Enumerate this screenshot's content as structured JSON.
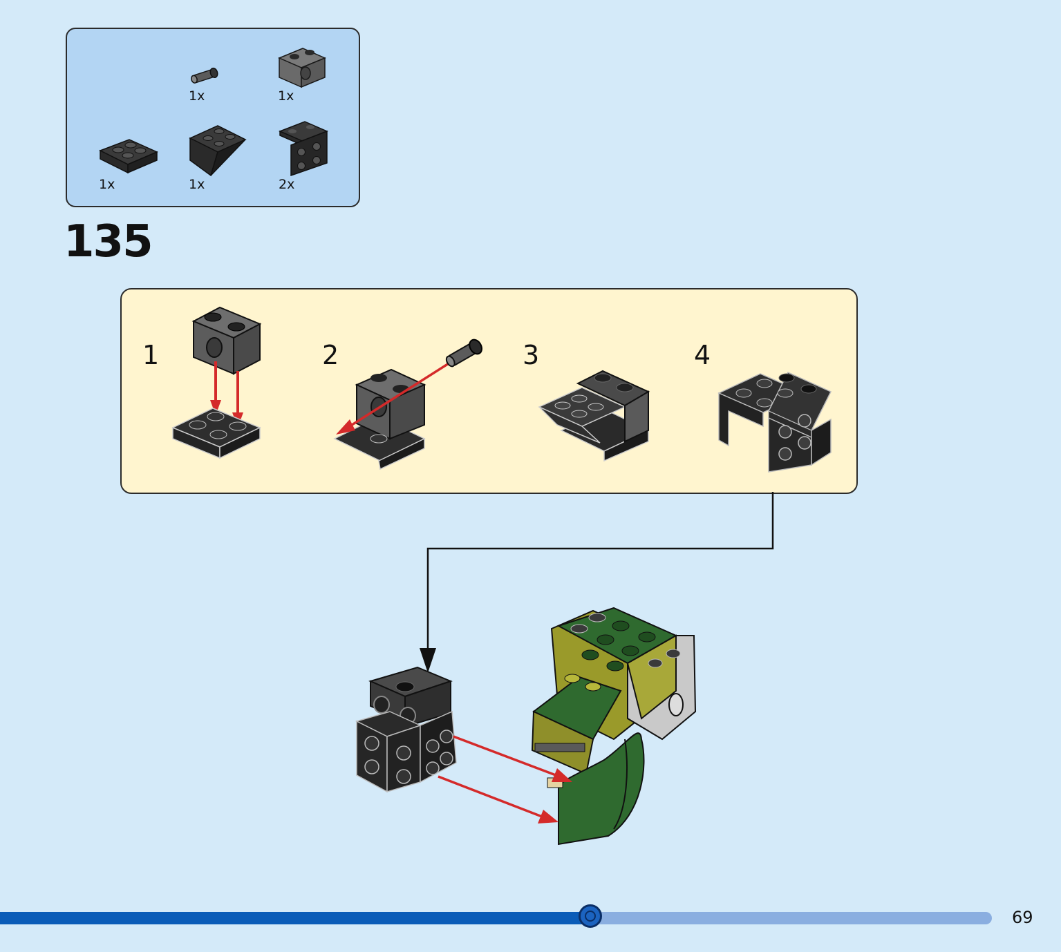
{
  "parts_list": {
    "items": [
      {
        "qty": "1x",
        "icon": "pin-connector-icon"
      },
      {
        "qty": "1x",
        "icon": "technic-brick-icon"
      },
      {
        "qty": "1x",
        "icon": "plate-2x2-icon"
      },
      {
        "qty": "1x",
        "icon": "inverted-slope-icon"
      },
      {
        "qty": "2x",
        "icon": "bracket-icon"
      }
    ]
  },
  "step": {
    "number": "135"
  },
  "sub_steps": [
    {
      "number": "1"
    },
    {
      "number": "2"
    },
    {
      "number": "3"
    },
    {
      "number": "4"
    }
  ],
  "progress": {
    "fraction": 0.595
  },
  "page": {
    "number": "69"
  },
  "colors": {
    "background": "#d4eaf9",
    "parts_box": "#b3d5f3",
    "substep_box": "#fff5cf",
    "arrow_red": "#d42a2a",
    "progress_fill": "#0a5cb8",
    "progress_track": "#8aaee0"
  }
}
